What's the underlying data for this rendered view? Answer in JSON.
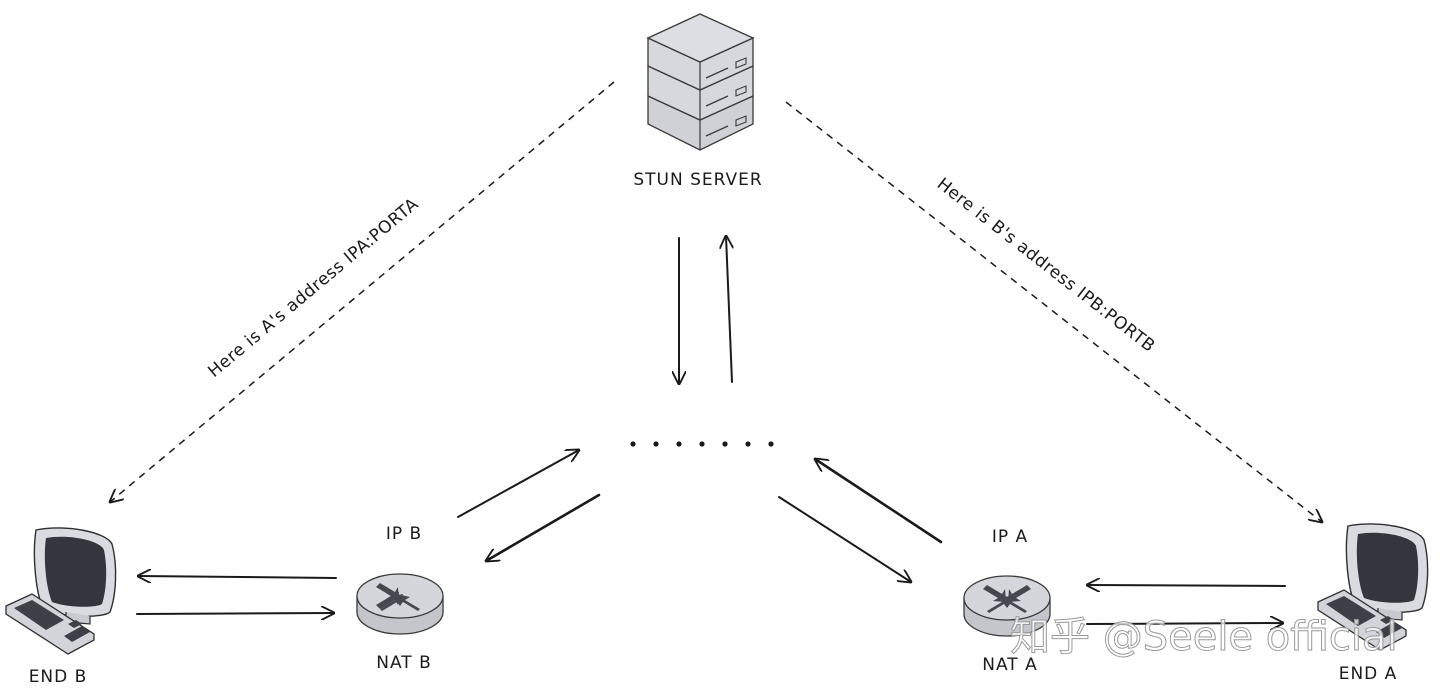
{
  "title": "STUN NAT traversal diagram",
  "nodes": {
    "stun_server": {
      "label": "STUN SERVER",
      "icon": "server-stack-icon"
    },
    "end_b": {
      "label": "END B",
      "icon": "computer-icon"
    },
    "end_a": {
      "label": "END A",
      "icon": "computer-icon"
    },
    "nat_b": {
      "label": "NAT B",
      "ip_label": "IP B",
      "icon": "router-icon"
    },
    "nat_a": {
      "label": "NAT A",
      "ip_label": "IP A",
      "icon": "router-icon"
    },
    "internet": {
      "label": ". . . . . . .",
      "icon": "ellipsis-dots"
    }
  },
  "messages": {
    "to_b": "Here is A's address IPA:PORTA",
    "to_a": "Here is B's address IPB:PORTB"
  },
  "edges": [
    {
      "from": "stun_server",
      "to": "end_b",
      "style": "dashed",
      "label_ref": "messages.to_b"
    },
    {
      "from": "stun_server",
      "to": "end_a",
      "style": "dashed",
      "label_ref": "messages.to_a"
    },
    {
      "from": "stun_server",
      "to": "internet",
      "style": "solid"
    },
    {
      "from": "internet",
      "to": "stun_server",
      "style": "solid"
    },
    {
      "from": "nat_b",
      "to": "internet",
      "style": "solid"
    },
    {
      "from": "internet",
      "to": "nat_b",
      "style": "solid"
    },
    {
      "from": "internet",
      "to": "nat_a",
      "style": "solid"
    },
    {
      "from": "nat_a",
      "to": "internet",
      "style": "solid"
    },
    {
      "from": "nat_b",
      "to": "end_b",
      "style": "solid"
    },
    {
      "from": "end_b",
      "to": "nat_b",
      "style": "solid"
    },
    {
      "from": "end_a",
      "to": "nat_a",
      "style": "solid"
    },
    {
      "from": "nat_a",
      "to": "end_a",
      "style": "solid"
    }
  ],
  "watermark": "知乎 @Seele official",
  "colors": {
    "ink": "#1a1a1a",
    "device_fill": "#d4d6dc",
    "device_dark": "#3a3d44",
    "screen": "#33363d"
  }
}
